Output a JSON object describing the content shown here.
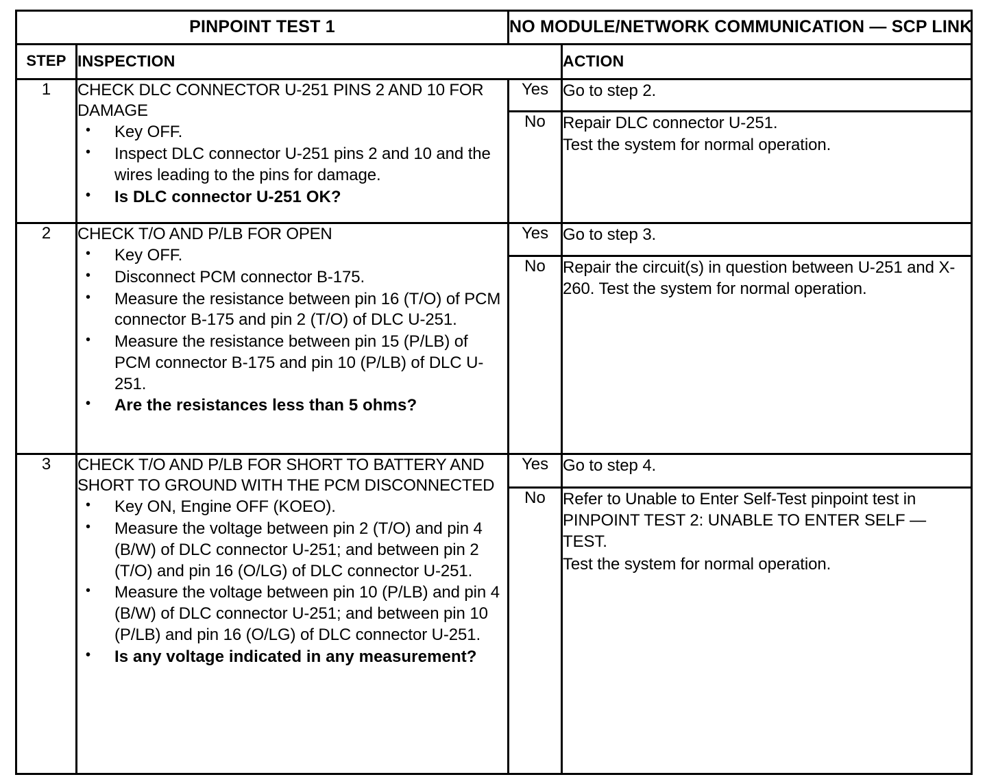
{
  "title": {
    "label": "PINPOINT TEST 1",
    "text": "NO MODULE/NETWORK COMMUNICATION — SCP LINK"
  },
  "headers": {
    "step": "STEP",
    "inspection": "INSPECTION",
    "action": "ACTION"
  },
  "answers": {
    "yes": "Yes",
    "no": "No"
  },
  "steps": [
    {
      "number": "1",
      "inspection_title": "CHECK DLC CONNECTOR U-251 PINS 2 AND 10 FOR DAMAGE",
      "bullets": [
        "Key OFF.",
        "Inspect DLC connector U-251 pins 2 and 10 and the wires leading to the pins for damage."
      ],
      "question": "Is DLC connector U-251 OK?",
      "yes_action": [
        "Go to step 2."
      ],
      "no_action": [
        "Repair DLC connector U-251.",
        "Test the system for normal operation."
      ]
    },
    {
      "number": "2",
      "inspection_title": "CHECK T/O AND P/LB FOR OPEN",
      "bullets": [
        "Key OFF.",
        "Disconnect PCM connector B-175.",
        "Measure the resistance between pin 16 (T/O) of PCM connector B-175 and pin 2 (T/O) of DLC U-251.",
        "Measure the resistance between pin 15 (P/LB) of PCM connector B-175 and pin 10 (P/LB) of DLC U-251."
      ],
      "question": "Are the resistances less than 5 ohms?",
      "yes_action": [
        "Go to step 3."
      ],
      "no_action": [
        "Repair the circuit(s) in question between U-251 and X-260. Test the system for normal operation."
      ]
    },
    {
      "number": "3",
      "inspection_title": "CHECK T/O AND P/LB FOR SHORT TO BATTERY AND SHORT TO GROUND WITH THE PCM DISCONNECTED",
      "bullets": [
        "Key ON, Engine OFF (KOEO).",
        "Measure the voltage between pin 2 (T/O) and pin 4 (B/W) of DLC connector U-251; and between pin 2 (T/O) and pin 16 (O/LG) of DLC connector U-251.",
        "Measure the voltage between pin 10 (P/LB) and pin 4 (B/W) of DLC connector U-251; and between pin 10 (P/LB) and pin 16 (O/LG) of DLC connector U-251."
      ],
      "question": "Is any voltage indicated in any measurement?",
      "yes_action": [
        "Go to step 4."
      ],
      "no_action": [
        "Refer to Unable to Enter Self-Test pinpoint test in PINPOINT TEST 2: UNABLE TO ENTER SELF — TEST.",
        "Test the system for normal operation."
      ]
    }
  ]
}
